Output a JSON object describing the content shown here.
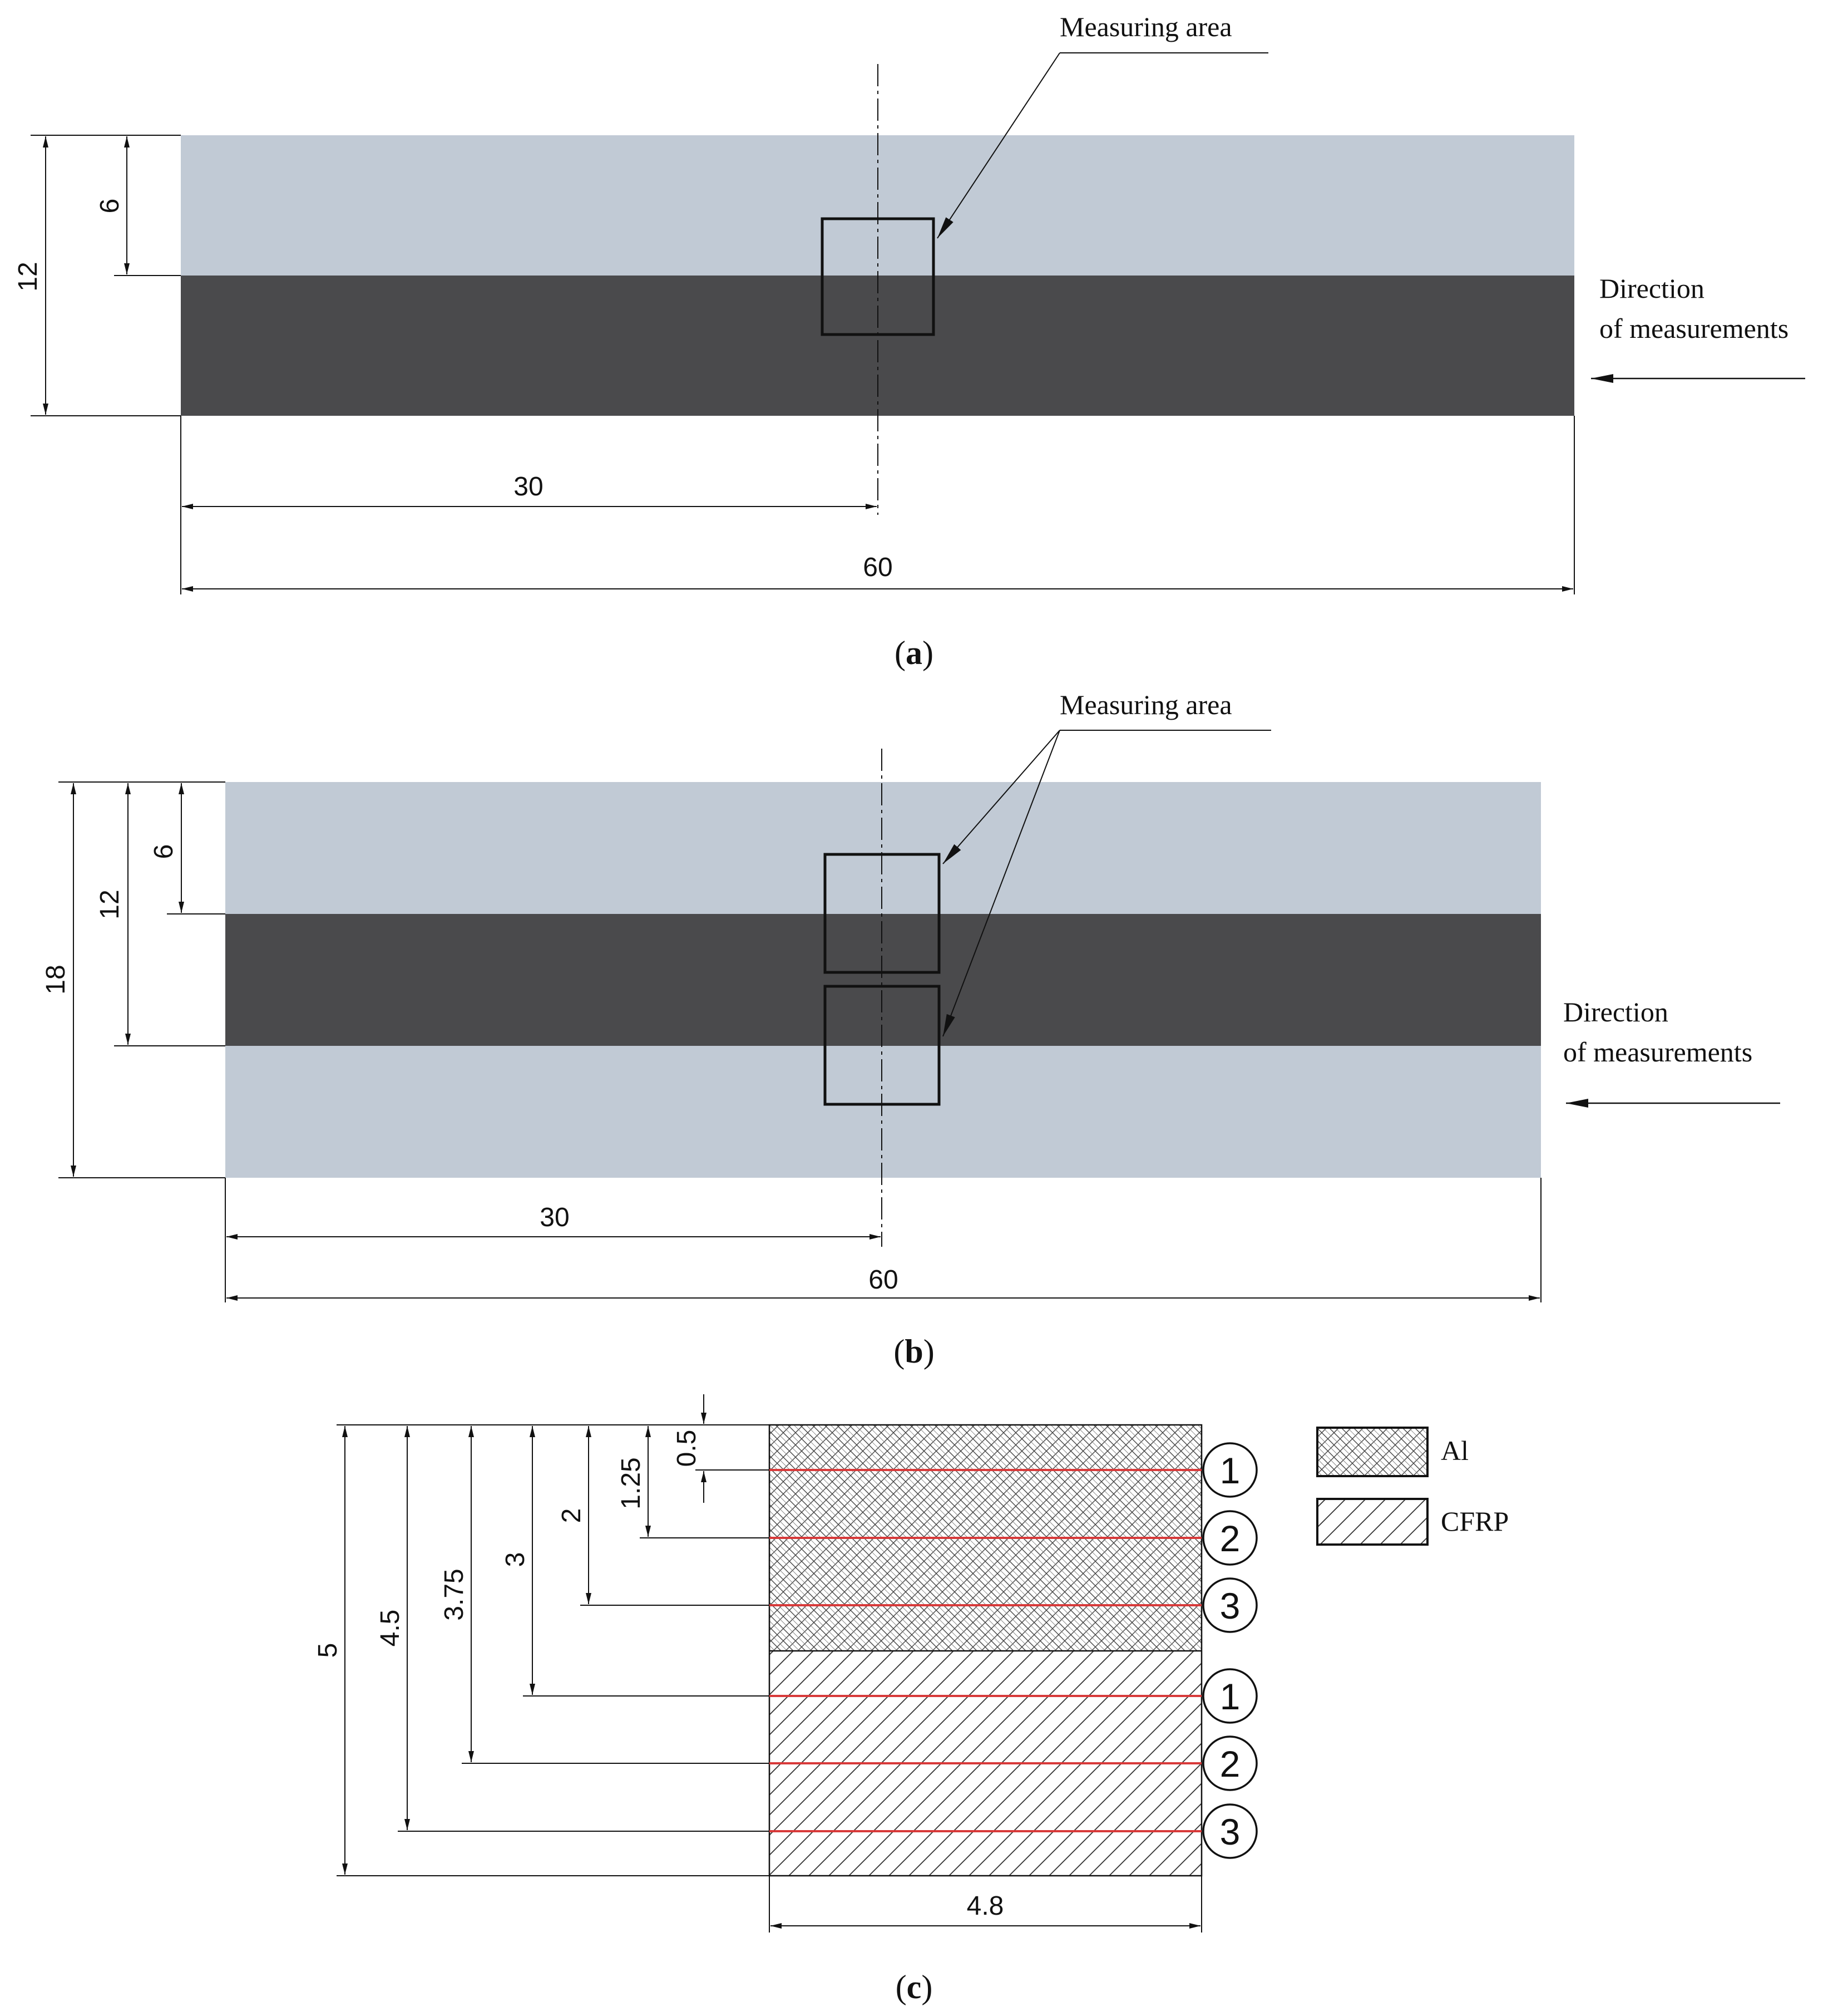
{
  "colors": {
    "aluminium_layer": "#c1cad5",
    "cfrp_layer": "#4a4a4c",
    "measurement_line": "#d83a3a"
  },
  "panel_a": {
    "caption_letter": "a",
    "measuring_area_label": "Measuring area",
    "direction_line1": "Direction",
    "direction_line2": "of measurements",
    "dim_total_height": "12",
    "dim_top_layer": "6",
    "dim_half_length": "30",
    "dim_length": "60"
  },
  "panel_b": {
    "caption_letter": "b",
    "measuring_area_label": "Measuring area",
    "direction_line1": "Direction",
    "direction_line2": "of measurements",
    "dim_total_height": "18",
    "dim_middle": "12",
    "dim_top_layer": "6",
    "dim_half_length": "30",
    "dim_length": "60"
  },
  "panel_c": {
    "caption_letter": "c",
    "dims": [
      "5",
      "4.5",
      "3.75",
      "3",
      "2",
      "1.25",
      "0.5"
    ],
    "width_dim": "4.8",
    "markers": [
      "1",
      "2",
      "3",
      "1",
      "2",
      "3"
    ],
    "legend": [
      {
        "label": "Al",
        "pattern": "crosshatch"
      },
      {
        "label": "CFRP",
        "pattern": "diagonal"
      }
    ]
  }
}
